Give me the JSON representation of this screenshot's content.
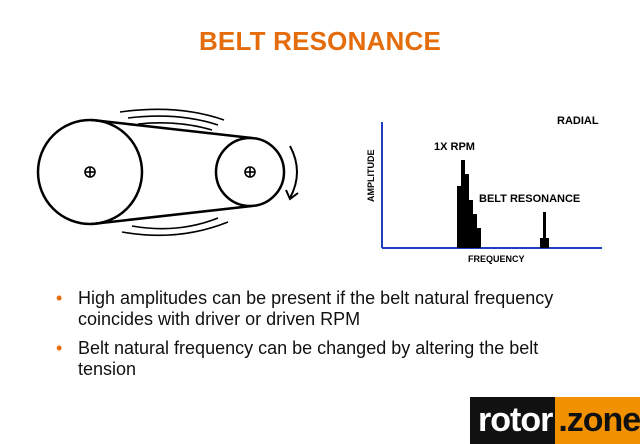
{
  "slide": {
    "title": "BELT RESONANCE",
    "accent_color": "#e46c0a"
  },
  "spectrum": {
    "direction_label": "RADIAL",
    "ylabel": "AMPLITUDE",
    "xlabel": "FREQUENCY",
    "peak_1x_label": "1X RPM",
    "peak_belt_label": "BELT RESONANCE"
  },
  "bullets": [
    "High amplitudes can be present if the belt natural frequency coincides with driver or driven RPM",
    "Belt natural frequency can be changed by altering the belt tension"
  ],
  "logo": {
    "left_text": "rotor",
    "right_text": ".zone",
    "left_bg": "#111111",
    "right_bg": "#f29100"
  }
}
